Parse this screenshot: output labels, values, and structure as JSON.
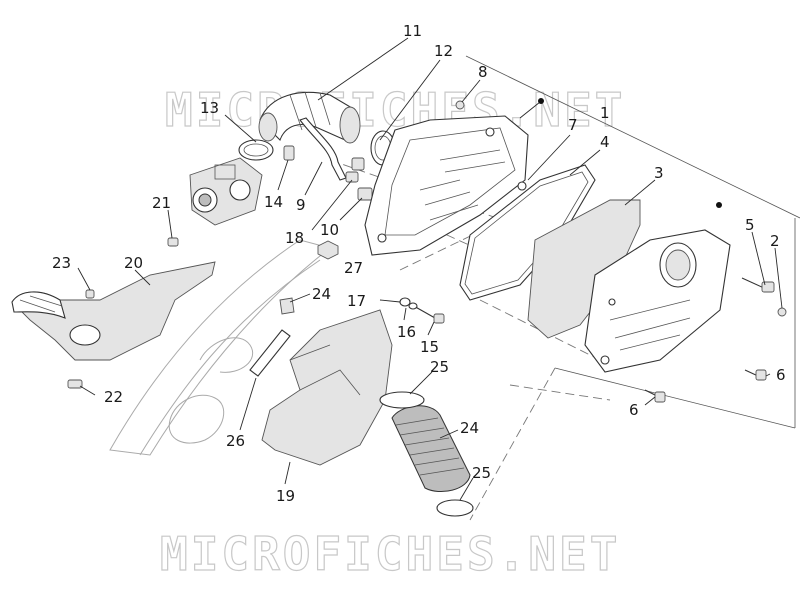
{
  "watermark": {
    "top": "MICROFICHES.NET",
    "bottom": "MICROFICHES.NET"
  },
  "callouts": {
    "c1": "1",
    "c2": "2",
    "c3": "3",
    "c4": "4",
    "c5": "5",
    "c6a": "6",
    "c6b": "6",
    "c7": "7",
    "c8": "8",
    "c9": "9",
    "c10": "10",
    "c11": "11",
    "c12": "12",
    "c13": "13",
    "c14": "14",
    "c15": "15",
    "c16": "16",
    "c17": "17",
    "c18": "18",
    "c19": "19",
    "c20": "20",
    "c21": "21",
    "c22": "22",
    "c23": "23",
    "c24a": "24",
    "c24b": "24",
    "c25a": "25",
    "c25b": "25",
    "c26": "26",
    "c27": "27"
  },
  "colors": {
    "line": "#333333",
    "shade": "#e4e4e4",
    "watermark": "#c8c8c8"
  }
}
